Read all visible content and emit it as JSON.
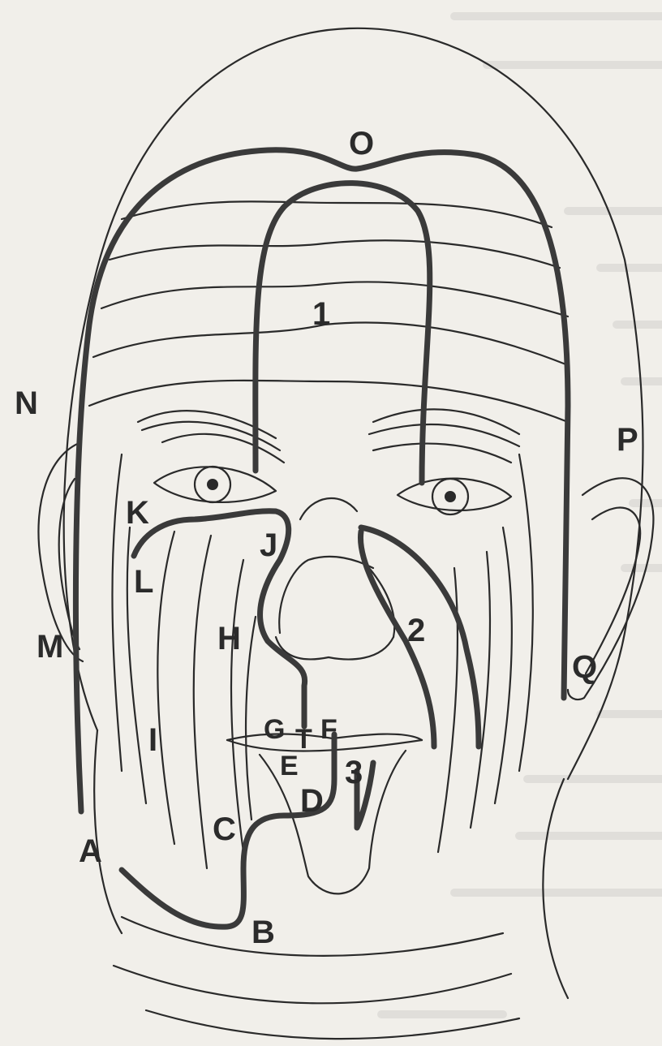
{
  "labels": {
    "O": "O",
    "one": "1",
    "N": "N",
    "P": "P",
    "K": "K",
    "L": "L",
    "J": "J",
    "H": "H",
    "two": "2",
    "M": "M",
    "Q": "Q",
    "I": "I",
    "G": "G",
    "T": "T",
    "F": "F",
    "E": "E",
    "three": "3",
    "D": "D",
    "C": "C",
    "A": "A",
    "B": "B"
  },
  "colors": {
    "background": "#f1efea",
    "line": "#2a2a2a",
    "path": "#3a3a3a"
  }
}
